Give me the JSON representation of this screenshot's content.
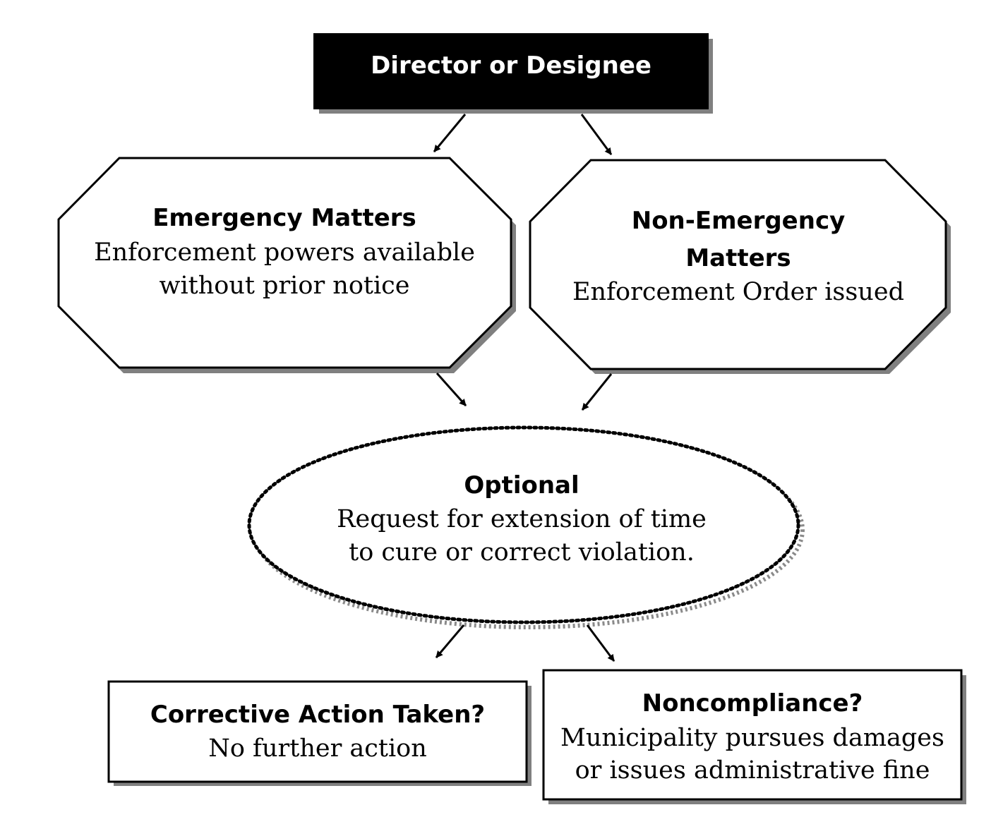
{
  "director": {
    "title": "Director or Designee"
  },
  "emergency": {
    "title": "Emergency Matters",
    "lines": [
      "Enforcement powers available",
      "without prior notice"
    ]
  },
  "non_emergency": {
    "title_lines": [
      "Non-Emergency",
      "Matters"
    ],
    "lines": [
      "Enforcement Order issued"
    ]
  },
  "optional": {
    "title": "Optional",
    "lines": [
      "Request for extension of time",
      "to cure or correct violation."
    ]
  },
  "corrective": {
    "title": "Corrective Action Taken?",
    "lines": [
      "No further action"
    ]
  },
  "noncompliance": {
    "title": "Noncompliance?",
    "lines": [
      "Municipality pursues damages",
      "or issues administrative fine"
    ]
  },
  "colors": {
    "shadow": "#808080",
    "stroke": "#000000",
    "director_fill": "#000000",
    "director_text": "#ffffff"
  }
}
